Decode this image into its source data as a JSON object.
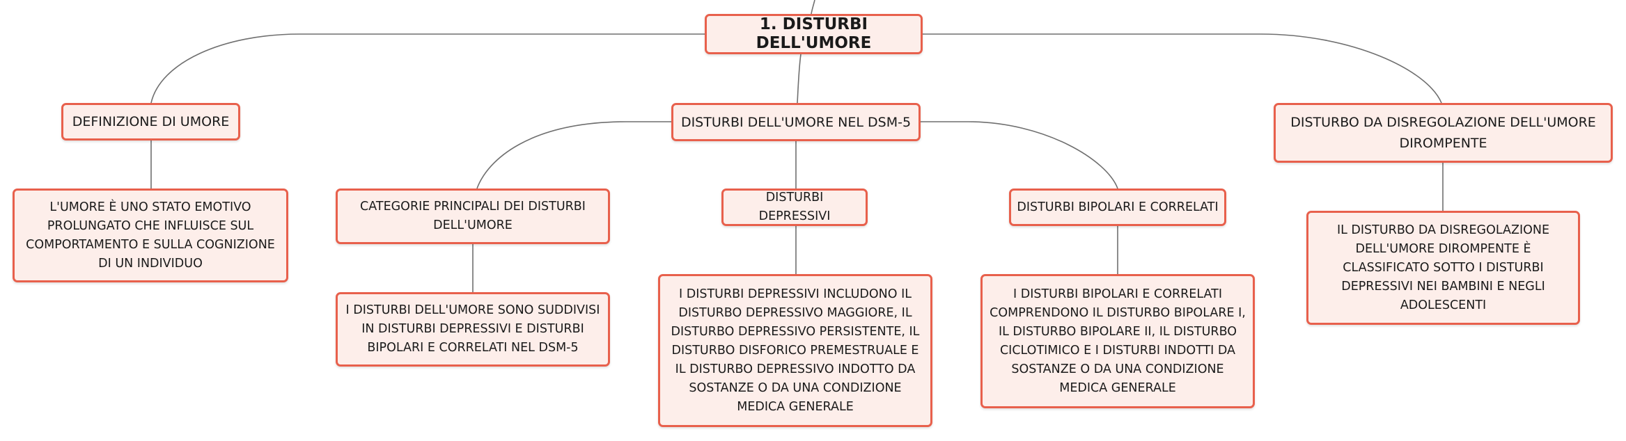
{
  "root": {
    "label": "1. DISTURBI DELL'UMORE"
  },
  "definizione": {
    "title": "DEFINIZIONE DI UMORE",
    "text": "L'UMORE È UNO STATO EMOTIVO PROLUNGATO CHE INFLUISCE SUL COMPORTAMENTO E SULLA COGNIZIONE DI UN INDIVIDUO"
  },
  "dsm5": {
    "title": "DISTURBI DELL'UMORE NEL DSM-5",
    "categorie": {
      "title": "CATEGORIE PRINCIPALI DEI DISTURBI DELL'UMORE",
      "text": "I DISTURBI DELL'UMORE SONO SUDDIVISI IN DISTURBI DEPRESSIVI E DISTURBI BIPOLARI E CORRELATI NEL DSM-5"
    },
    "depressivi": {
      "title": "DISTURBI DEPRESSIVI",
      "text": "I DISTURBI DEPRESSIVI INCLUDONO IL DISTURBO DEPRESSIVO MAGGIORE, IL DISTURBO DEPRESSIVO PERSISTENTE, IL DISTURBO DISFORICO PREMESTRUALE E IL DISTURBO DEPRESSIVO INDOTTO DA SOSTANZE O DA UNA CONDIZIONE MEDICA GENERALE"
    },
    "bipolari": {
      "title": "DISTURBI BIPOLARI E CORRELATI",
      "text": "I DISTURBI BIPOLARI E CORRELATI COMPRENDONO IL DISTURBO BIPOLARE I, IL DISTURBO BIPOLARE II, IL DISTURBO CICLOTIMICO E I DISTURBI INDOTTI DA SOSTANZE O DA UNA CONDIZIONE MEDICA GENERALE"
    }
  },
  "disregolazione": {
    "title": "DISTURBO DA DISREGOLAZIONE DELL'UMORE DIROMPENTE",
    "text": "IL DISTURBO DA DISREGOLAZIONE DELL'UMORE DIROMPENTE È CLASSIFICATO SOTTO I DISTURBI DEPRESSIVI NEI BAMBINI E NEGLI ADOLESCENTI"
  },
  "colors": {
    "border": "#e8604c",
    "fill": "#fdeeea",
    "line": "#6f6f6f"
  }
}
